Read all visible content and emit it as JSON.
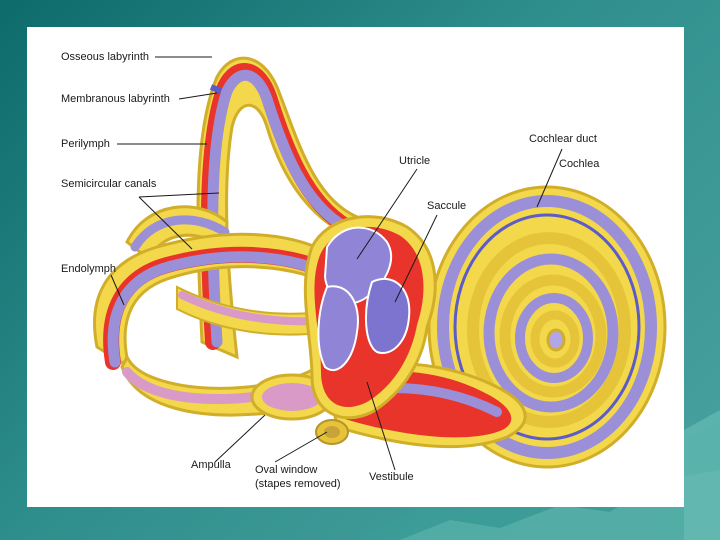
{
  "labels": {
    "osseous": "Osseous labyrinth",
    "membranous": "Membranous labyrinth",
    "perilymph": "Perilymph",
    "semicircular": "Semicircular canals",
    "endolymph": "Endolymph",
    "ampulla": "Ampulla",
    "oval_window_line1": "Oval window",
    "oval_window_line2": "(stapes removed)",
    "vestibule": "Vestibule",
    "utricle": "Utricle",
    "saccule": "Saccule",
    "cochlear_duct": "Cochlear duct",
    "cochlea": "Cochlea"
  },
  "colors": {
    "bone": "#f2d84a",
    "bone_edge": "#d1ae2a",
    "perilymph": "#e8342a",
    "membrane": "#9b8fd8",
    "membrane_dark": "#5b5bc9",
    "background_teal": "#2f8f8c"
  }
}
